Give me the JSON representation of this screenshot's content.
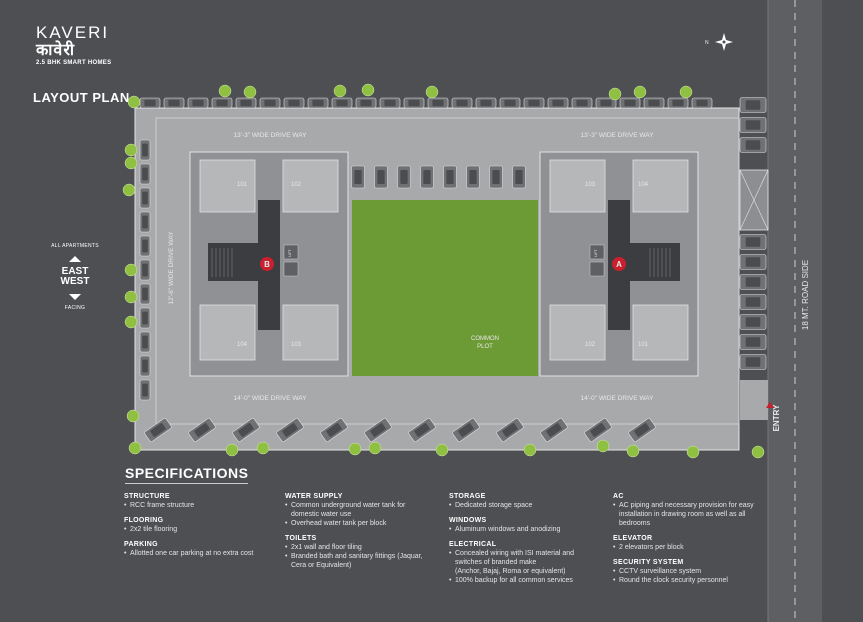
{
  "brand": {
    "name": "KAVERI",
    "script": "कावेरी",
    "tagline": "2.5 BHK SMART HOMES"
  },
  "page_title": "LAYOUT PLAN",
  "facing": {
    "top": "ALL APARTMENTS",
    "line1": "EAST",
    "line2": "WEST",
    "bottom": "FACING"
  },
  "compass": "N",
  "roads": {
    "side": "18 MT. ROAD SIDE",
    "entry": "ENTRY"
  },
  "driveways": {
    "top_left": "13'-3\" WIDE DRIVE WAY",
    "top_right": "13'-3\" WIDE DRIVE WAY",
    "left": "12'-6\" WIDE DRIVE WAY",
    "bottom_left": "14'-0\" WIDE DRIVE WAY",
    "bottom_right": "14'-0\" WIDE DRIVE WAY"
  },
  "common_plot": {
    "line1": "COMMON",
    "line2": "PLOT"
  },
  "blocks": [
    {
      "badge": "B",
      "units": [
        "101",
        "102",
        "104",
        "103"
      ]
    },
    {
      "badge": "A",
      "units": [
        "103",
        "104",
        "102",
        "101"
      ]
    }
  ],
  "lift_label": "LIFT",
  "colors": {
    "background": "#4d4f52",
    "site": "#a7a9ab",
    "lawn": "#6c9a35",
    "badge": "#c8202f",
    "tree": "#8fc041"
  },
  "specifications": {
    "title": "SPECIFICATIONS",
    "columns": [
      [
        {
          "h": "STRUCTURE",
          "items": [
            "RCC frame structure"
          ]
        },
        {
          "h": "FLOORING",
          "items": [
            "2x2 tile flooring"
          ]
        },
        {
          "h": "PARKING",
          "items": [
            "Allotted one car parking at no extra cost"
          ]
        }
      ],
      [
        {
          "h": "WATER SUPPLY",
          "items": [
            "Common underground water tank for",
            "domestic water use",
            "Overhead water tank per block"
          ]
        },
        {
          "h": "TOILETS",
          "items": [
            "2x1 wall and floor tiling",
            "Branded bath and sanitary fittings (Jaquar,",
            "Cera or Equivalent)"
          ]
        }
      ],
      [
        {
          "h": "STORAGE",
          "items": [
            "Dedicated storage space"
          ]
        },
        {
          "h": "WINDOWS",
          "items": [
            "Aluminum windows and anodizing"
          ]
        },
        {
          "h": "ELECTRICAL",
          "items": [
            "Concealed wiring with ISI material and",
            "switches of branded make",
            "(Anchor, Bajaj, Roma or equivalent)",
            "100% backup for all common services"
          ]
        }
      ],
      [
        {
          "h": "AC",
          "items": [
            "AC piping and necessary provision for easy",
            "installation in drawing room as well as all",
            "bedrooms"
          ]
        },
        {
          "h": "ELEVATOR",
          "items": [
            "2 elevators per block"
          ]
        },
        {
          "h": "SECURITY SYSTEM",
          "items": [
            "CCTV surveillance system",
            "Round the clock security personnel"
          ]
        }
      ]
    ]
  }
}
